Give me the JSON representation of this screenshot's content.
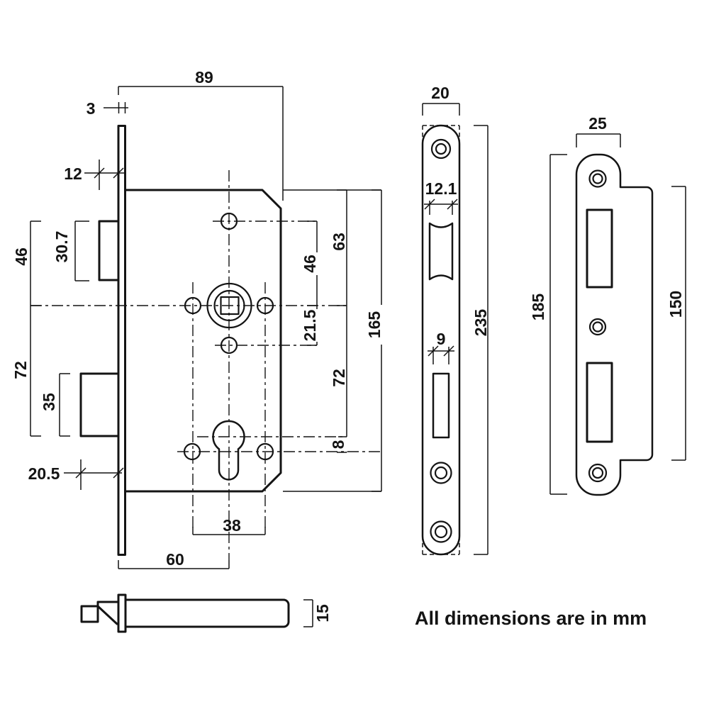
{
  "note": "All dimensions are in mm",
  "colors": {
    "ink": "#141414",
    "paper": "#ffffff"
  },
  "dims": {
    "case_width": "89",
    "faceplate_thickness": "3",
    "latch_projection": "12",
    "latch_to_spindle": "46",
    "latch_height": "30.7",
    "spindle_to_deadbolt": "72",
    "deadbolt_height": "35",
    "deadbolt_projection": "20.5",
    "top_hole_to_spindle": "46",
    "spindle_to_bottom_hole": "21.5",
    "case_top_to_spindle": "63",
    "case_height": "165",
    "spindle_to_cylinder": "72",
    "cylinder_to_hole": "8",
    "hole_spacing": "38",
    "backset": "60",
    "faceplate_width": "20",
    "latch_cutout_width": "12.1",
    "bolt_cutout_width": "9",
    "faceplate_height": "235",
    "strike_width": "25",
    "strike_height": "185",
    "strike_flat_height": "150",
    "latch_thickness": "15"
  }
}
